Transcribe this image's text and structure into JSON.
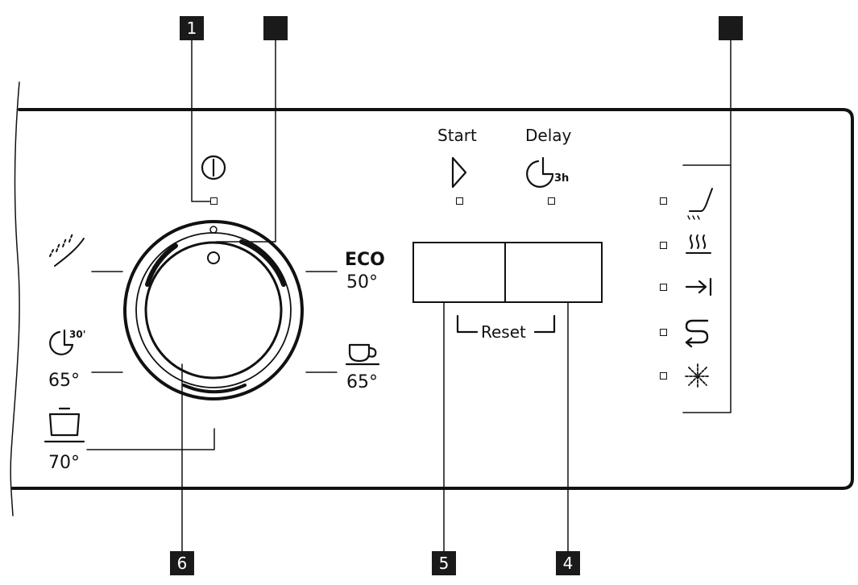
{
  "callouts": {
    "c1": "1",
    "c2": "",
    "c3": "",
    "c4": "4",
    "c5": "5",
    "c6": "6"
  },
  "buttons": {
    "start_label": "Start",
    "delay_label": "Delay",
    "delay_hours": "3h",
    "reset_label": "Reset"
  },
  "programs": {
    "eco_name": "ECO",
    "eco_temp": "50°",
    "glass_temp": "65°",
    "quick_time": "30'",
    "quick_temp": "65°",
    "intensive_temp": "70°"
  },
  "icons": {
    "power": "power-icon",
    "prerinse": "prerinse-icon",
    "start": "play-icon",
    "delay": "delay-timer-icon",
    "quick": "timer-30-icon",
    "glass": "cup-icon",
    "intensive": "pot-icon",
    "water_supply": "water-tap-icon",
    "dry": "steam-icon",
    "end": "end-arrow-icon",
    "salt": "salt-refill-icon",
    "rinse_aid": "rinse-aid-icon"
  }
}
